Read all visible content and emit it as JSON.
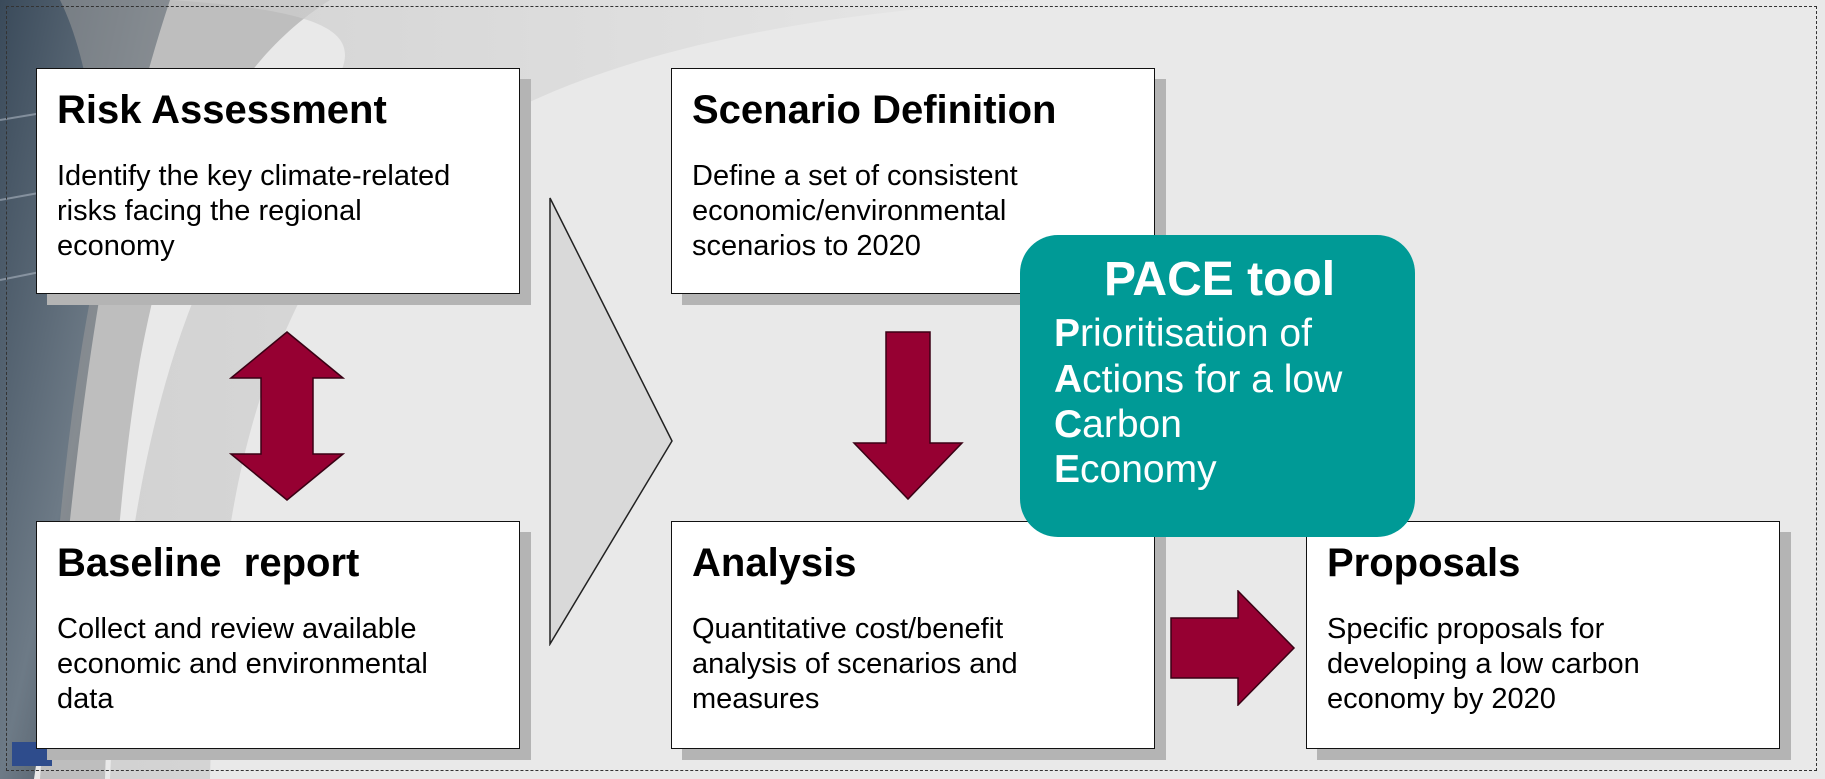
{
  "colors": {
    "background": "#e9e9e9",
    "arrow_fill": "#960032",
    "pace_fill": "#009a96",
    "box_shadow": "#b4b4b4"
  },
  "boxes": {
    "risk": {
      "title": "Risk Assessment",
      "text": "Identify the key climate-related\nrisks facing the regional\neconomy"
    },
    "baseline": {
      "title": "Baseline  report",
      "text": "Collect and review available\neconomic and environmental\ndata"
    },
    "scenario": {
      "title": "Scenario Definition",
      "text": "Define a set of consistent\neconomic/environmental\nscenarios to 2020"
    },
    "analysis": {
      "title": "Analysis",
      "text": "Quantitative cost/benefit\nanalysis of scenarios and\nmeasures"
    },
    "proposals": {
      "title": "Proposals",
      "text": "Specific proposals for\ndeveloping a low carbon\neconomy by 2020"
    }
  },
  "pace": {
    "title": "PACE tool",
    "lines": [
      {
        "initial": "P",
        "rest": "rioritisation of"
      },
      {
        "initial": "A",
        "rest": "ctions for a low"
      },
      {
        "initial": "C",
        "rest": "arbon"
      },
      {
        "initial": "E",
        "rest": "conomy"
      }
    ]
  },
  "arrows": [
    {
      "name": "double-arrow-risk-baseline",
      "shape": "double-vertical"
    },
    {
      "name": "chevron-arrow-to-right",
      "shape": "chevron"
    },
    {
      "name": "down-arrow-scenario-analysis",
      "shape": "down"
    },
    {
      "name": "right-arrow-analysis-proposals",
      "shape": "right"
    }
  ]
}
